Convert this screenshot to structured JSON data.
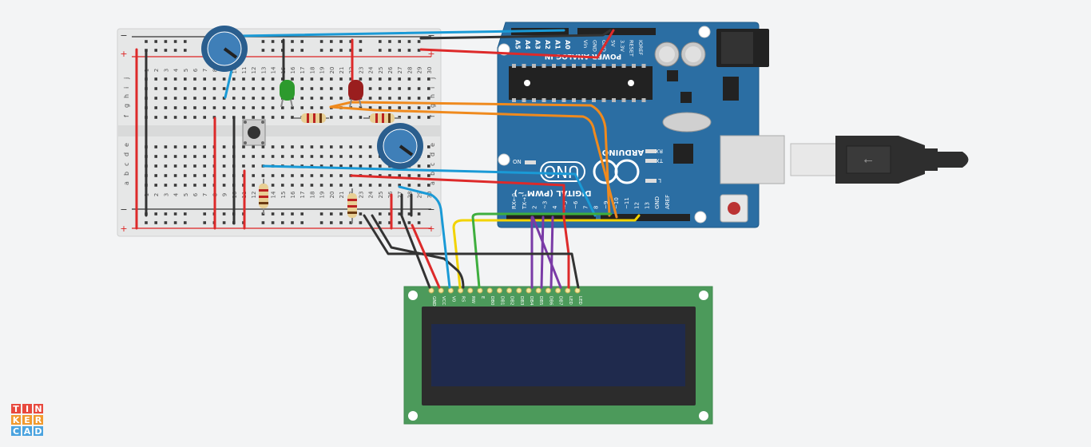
{
  "arduino": {
    "brand": "ARDUINO",
    "model": "UNO",
    "on_label": "ON",
    "digital_label": "DIGITAL (PWM ~)",
    "power_label": "POWER",
    "analog_label": "ANALOG IN",
    "tx_label": "TX",
    "rx_label": "RX",
    "l_label": "L",
    "power_pins": [
      "IOREF",
      "RESET",
      "3.3V",
      "5V",
      "GND",
      "GND",
      "Vin"
    ],
    "analog_pins": [
      "A0",
      "A1",
      "A2",
      "A3",
      "A4",
      "A5"
    ],
    "digital_pins": [
      "AREF",
      "GND",
      "13",
      "12",
      "~11",
      "~10",
      "~9",
      "8",
      "7",
      "~6",
      "~5",
      "4",
      "~3",
      "2",
      "TX→1",
      "RX←0"
    ]
  },
  "breadboard": {
    "column_numbers": [
      "1",
      "2",
      "3",
      "4",
      "5",
      "6",
      "7",
      "8",
      "9",
      "10",
      "11",
      "12",
      "13",
      "14",
      "15",
      "16",
      "17",
      "18",
      "19",
      "20",
      "21",
      "22",
      "23",
      "24",
      "25",
      "26",
      "27",
      "28",
      "29",
      "30"
    ],
    "top_rows": [
      "j",
      "i",
      "h",
      "g",
      "f"
    ],
    "bottom_rows": [
      "e",
      "d",
      "c",
      "b",
      "a"
    ],
    "rail_minus": "−",
    "rail_plus": "+"
  },
  "lcd": {
    "pins": [
      "GND",
      "VCC",
      "V0",
      "RS",
      "RW",
      "E",
      "DB0",
      "DB1",
      "DB2",
      "DB3",
      "DB4",
      "DB5",
      "DB6",
      "DB7",
      "LED",
      "LED"
    ],
    "screen_color": "#1f2a4d"
  },
  "logo": {
    "letters": [
      "T",
      "I",
      "N",
      "K",
      "E",
      "R",
      "C",
      "A",
      "D"
    ],
    "colors": [
      "#e8493e",
      "#e8493e",
      "#e8493e",
      "#f29a2e",
      "#f29a2e",
      "#f29a2e",
      "#4aa3df",
      "#4aa3df",
      "#4aa3df"
    ]
  },
  "colors": {
    "arduino_board": "#2b6ea3",
    "breadboard": "#e6e7e7",
    "lcd_pcb": "#4c9a5b",
    "wire_black": "#333333",
    "wire_red": "#dd2a2a",
    "wire_blue": "#1a9ad6",
    "wire_orange": "#ef8a1e",
    "wire_yellow": "#f2d300",
    "wire_green": "#3eae3e",
    "wire_purple": "#7a3aa6"
  },
  "components": {
    "led_green": "#2d9a2d",
    "led_red": "#9a1e1e",
    "potentiometer": "#2a5e8e"
  }
}
